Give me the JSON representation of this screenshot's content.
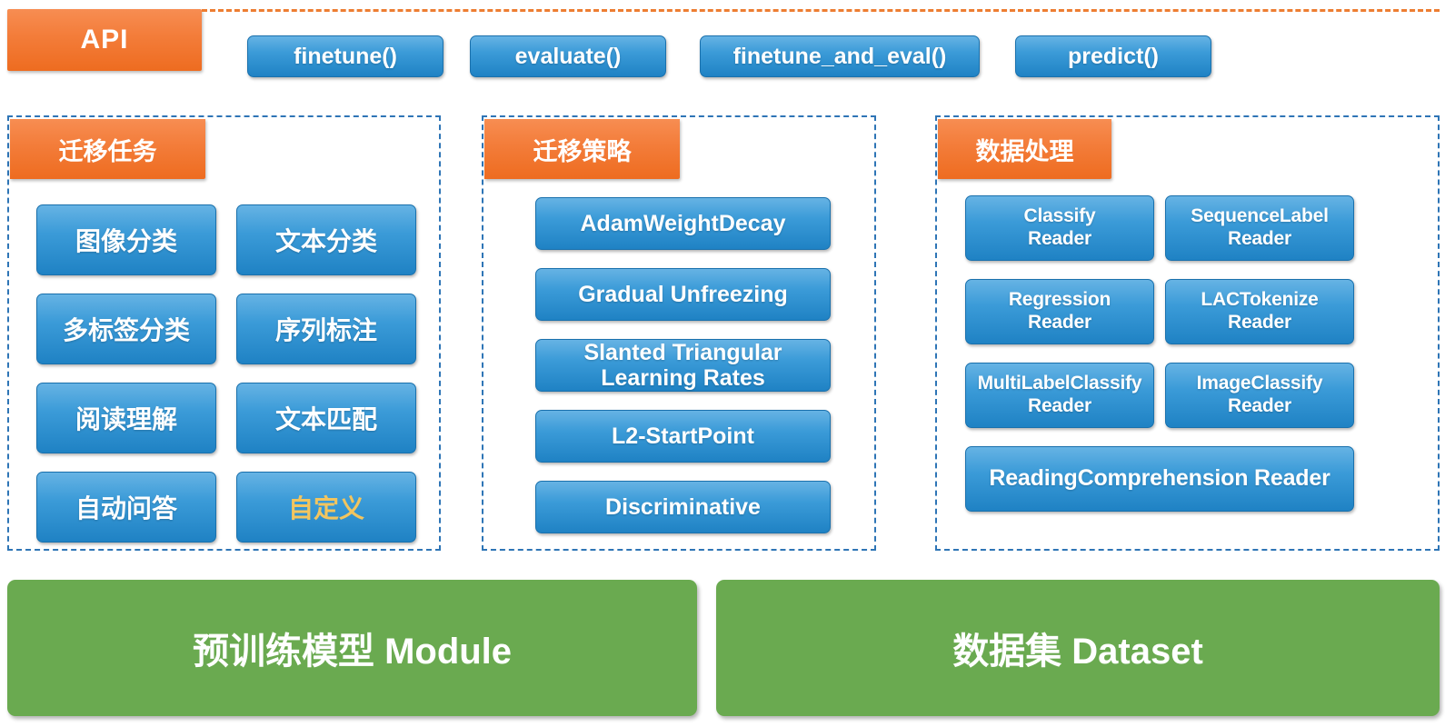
{
  "api": {
    "label": "API",
    "methods": [
      "finetune()",
      "evaluate()",
      "finetune_and_eval()",
      "predict()"
    ]
  },
  "panels": {
    "tasks": {
      "title": "迁移任务",
      "items": [
        "图像分类",
        "文本分类",
        "多标签分类",
        "序列标注",
        "阅读理解",
        "文本匹配",
        "自动问答",
        "自定义"
      ]
    },
    "strategies": {
      "title": "迁移策略",
      "items": [
        "AdamWeightDecay",
        "Gradual Unfreezing",
        "Slanted Triangular\nLearning Rates",
        "L2-StartPoint",
        "Discriminative"
      ]
    },
    "data_processing": {
      "title": "数据处理",
      "items": [
        "Classify\nReader",
        "SequenceLabel\nReader",
        "Regression\nReader",
        "LACTokenize\nReader",
        "MultiLabelClassify\nReader",
        "ImageClassify\nReader",
        "ReadingComprehension Reader"
      ]
    }
  },
  "footer": {
    "module": "预训练模型 Module",
    "dataset": "数据集 Dataset"
  },
  "colors": {
    "accent_orange": "#ED7D31",
    "button_blue": "#2E8BC9",
    "panel_border_blue": "#2E75B6",
    "green": "#6AAA50",
    "custom_text_yellow": "#F2C55F"
  }
}
